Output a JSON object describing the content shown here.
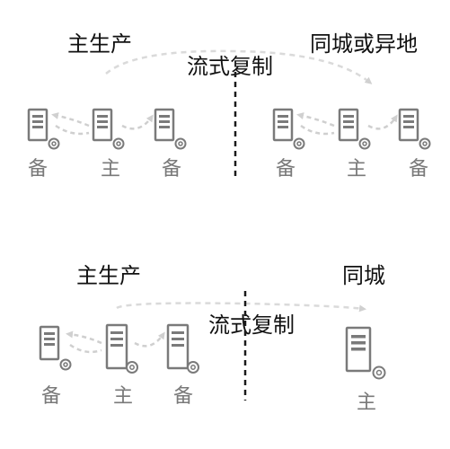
{
  "top": {
    "left_title": "主生产",
    "right_title": "同城或异地",
    "replication_label": "流式复制",
    "left_roles": [
      "备",
      "主",
      "备"
    ],
    "right_roles": [
      "备",
      "主",
      "备"
    ]
  },
  "bottom": {
    "left_title": "主生产",
    "right_title": "同城",
    "replication_label": "流式复制",
    "left_roles": [
      "备",
      "主",
      "备"
    ],
    "right_role": "主"
  },
  "icons": {
    "server": "server-gear-icon"
  },
  "colors": {
    "icon": "#7a7a7a",
    "connector": "#cfcfcf",
    "divider": "#1a1a1a",
    "text": "#111111"
  }
}
